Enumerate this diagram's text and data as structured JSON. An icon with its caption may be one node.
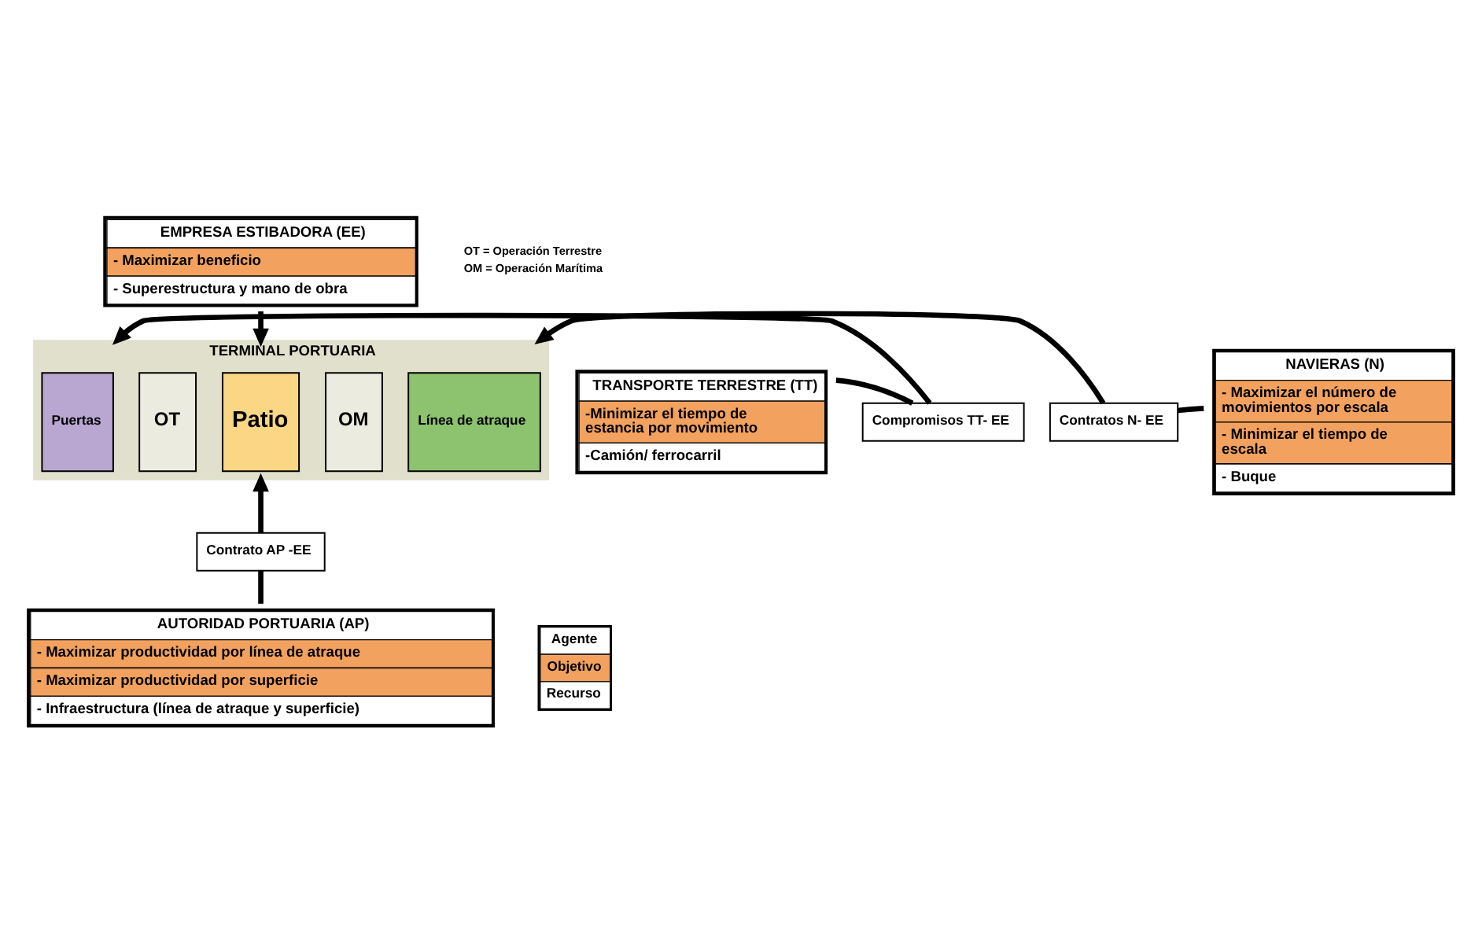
{
  "diagram": {
    "nodes": [
      {
        "text": [
          "EMPRESA ESTIBADORA (EE)",
          "- Maximizar beneficio",
          "- Superestructura y mano de obra"
        ]
      },
      {
        "text": [
          "TRANSPORTE TERRESTRE (TT)",
          "-Minimizar el tiempo de estancia por movimiento",
          "-Camión/ ferrocarril"
        ]
      },
      {
        "text": [
          "Compromisos TT- EE"
        ]
      },
      {
        "text": [
          "TERMINAL PORTUARIA"
        ]
      },
      {
        "text": [
          "Puertas"
        ],
        "in": 3
      },
      {
        "text": [
          "OT"
        ],
        "in": 3
      },
      {
        "text": [
          "Patio"
        ],
        "in": 3
      },
      {
        "text": [
          "OM"
        ],
        "in": 3
      },
      {
        "text": [
          "Línea de atraque"
        ],
        "in": 3
      },
      {
        "text": [
          "Contratos N- EE"
        ]
      },
      {
        "text": [
          "NAVIERAS (N)",
          "- Maximizar el número de movimientos por escala",
          "- Minimizar el tiempo de escala",
          "- Buque"
        ]
      },
      {
        "text": [
          "Contrato AP -EE"
        ]
      },
      {
        "text": [
          "AUTORIDAD PORTUARIA (AP)",
          "- Maximizar productividad por línea de atraque",
          "- Maximizar productividad por superficie",
          "- Infraestructura (línea de atraque y superficie)"
        ]
      }
    ],
    "edges": [
      {
        "from": 0,
        "to": 3,
        "arrow": "to"
      },
      {
        "from": 1,
        "to": 2,
        "arrow": "none"
      },
      {
        "from": 2,
        "to": 3,
        "arrow": "to"
      },
      {
        "from": 10,
        "to": 9,
        "arrow": "none"
      },
      {
        "from": 9,
        "to": 3,
        "arrow": "to"
      },
      {
        "from": 12,
        "to": 11,
        "arrow": "none"
      },
      {
        "from": 11,
        "to": 3,
        "arrow": "to"
      }
    ],
    "labels": [
      "OT = Operación Terrestre",
      "OM = Operación Marítima"
    ],
    "legend": [
      {
        "text": "Agente",
        "color": "#ffffff"
      },
      {
        "text": "Objetivo",
        "color": "#f2a25e"
      },
      {
        "text": "Recurso",
        "color": "#ffffff"
      }
    ]
  }
}
